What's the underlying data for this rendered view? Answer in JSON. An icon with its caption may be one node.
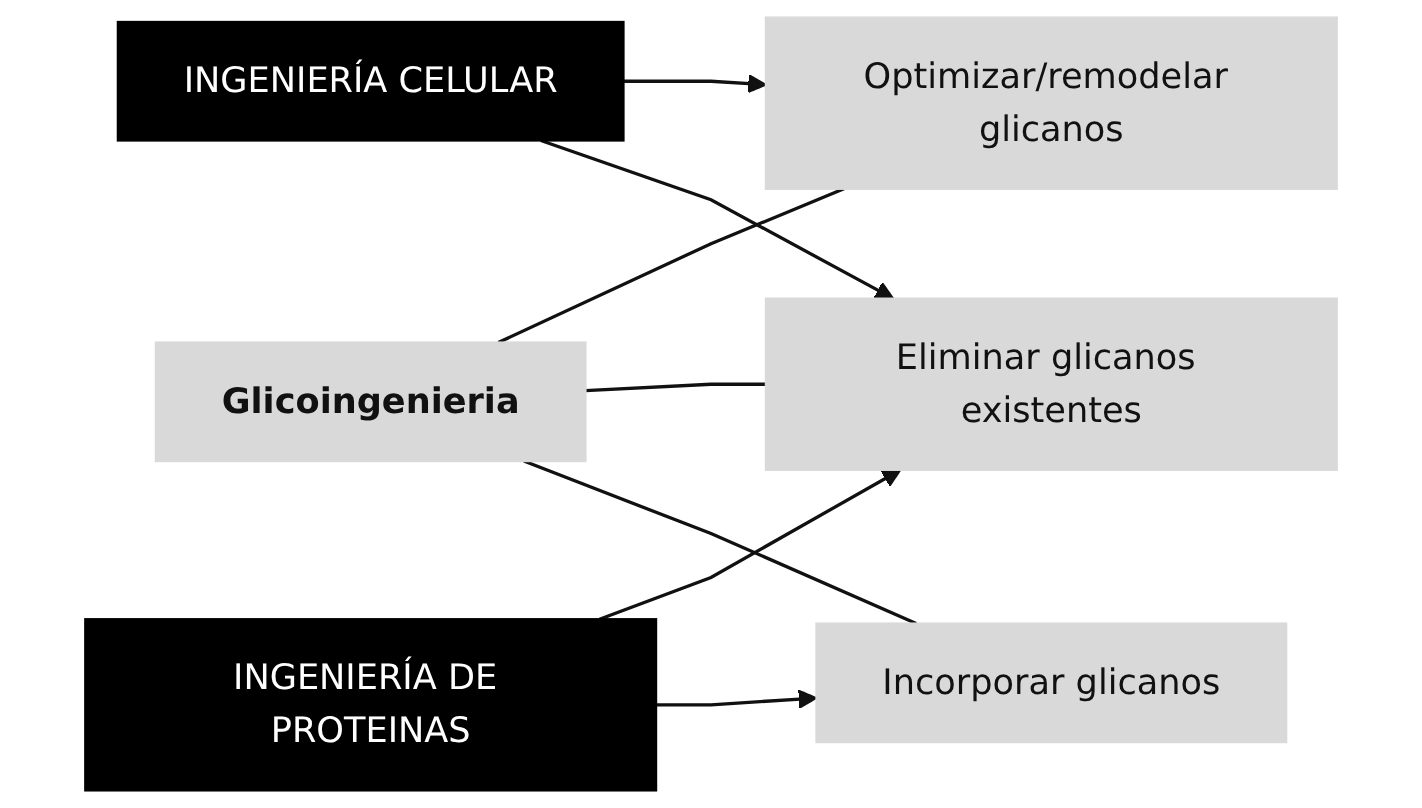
{
  "diagram": {
    "nodes": [
      {
        "text": [
          "Glicoingenieria"
        ]
      },
      {
        "text": [
          "Optimizar/remodelar glicanos"
        ]
      },
      {
        "text": [
          "Eliminar glicanos existentes"
        ]
      },
      {
        "text": [
          "Incorporar glicanos"
        ]
      },
      {
        "text": [
          "INGENIERÍA CELULAR"
        ]
      },
      {
        "text": [
          "INGENIERÍA DE PROTEINAS"
        ]
      }
    ],
    "edges": [
      {
        "from": 0,
        "to": 1,
        "arrow": "none"
      },
      {
        "from": 0,
        "to": 2,
        "arrow": "none"
      },
      {
        "from": 0,
        "to": 3,
        "arrow": "none"
      },
      {
        "from": 4,
        "to": 1,
        "arrow": "to"
      },
      {
        "from": 4,
        "to": 2,
        "arrow": "to"
      },
      {
        "from": 5,
        "to": 2,
        "arrow": "to"
      },
      {
        "from": 5,
        "to": 3,
        "arrow": "to"
      }
    ]
  }
}
